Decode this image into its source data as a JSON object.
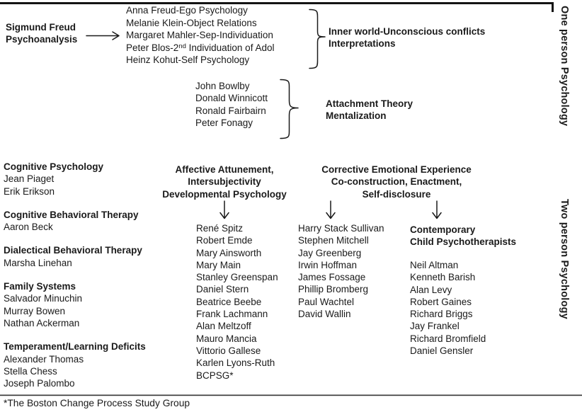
{
  "palette": {
    "ink": "#1a1a1a",
    "background": "#ffffff"
  },
  "side_labels": {
    "top": "One person Psychology",
    "bottom": "Two person Psychology"
  },
  "freud": {
    "source_line1": "Sigmund Freud",
    "source_line2": "Psychoanalysis",
    "followers": [
      "Anna Freud-Ego Psychology",
      "Melanie Klein-Object Relations",
      "Margaret Mahler-Sep-Individuation",
      {
        "pre": "Peter Blos-2",
        "sup": "nd",
        "post": " Individuation of Adol"
      },
      "Heinz Kohut-Self Psychology"
    ],
    "outcome_line1": "Inner world-Unconscious conflicts",
    "outcome_line2": "Interpretations"
  },
  "attachment": {
    "people": [
      "John Bowlby",
      "Donald Winnicott",
      "Ronald Fairbairn",
      "Peter Fonagy"
    ],
    "outcome_line1": "Attachment Theory",
    "outcome_line2": "Mentalization"
  },
  "left_column": {
    "groups": [
      {
        "title": "Cognitive Psychology",
        "people": [
          "Jean Piaget",
          "Erik Erikson"
        ]
      },
      {
        "title": "Cognitive Behavioral Therapy",
        "people": [
          "Aaron Beck"
        ]
      },
      {
        "title": "Dialectical Behavioral Therapy",
        "people": [
          "Marsha Linehan"
        ]
      },
      {
        "title": "Family Systems",
        "people": [
          "Salvador Minuchin",
          "Murray Bowen",
          "Nathan Ackerman"
        ]
      },
      {
        "title": "Temperament/Learning Deficits",
        "people": [
          "Alexander Thomas",
          "Stella Chess",
          "Joseph Palombo"
        ]
      }
    ]
  },
  "affective": {
    "title_lines": [
      "Affective Attunement,",
      "Intersubjectivity",
      "Developmental Psychology"
    ],
    "people": [
      "René Spitz",
      "Robert Emde",
      "Mary Ainsworth",
      "Mary Main",
      "Stanley Greenspan",
      "Daniel Stern",
      "Beatrice Beebe",
      "Frank Lachmann",
      "Alan Meltzoff",
      "Mauro Mancia",
      "Vittorio Gallese",
      "Karlen Lyons-Ruth",
      "BCPSG*"
    ]
  },
  "corrective": {
    "title_lines": [
      "Corrective Emotional Experience",
      "Co-construction, Enactment,",
      "Self-disclosure"
    ],
    "people": [
      "Harry Stack Sullivan",
      "Stephen Mitchell",
      "Jay Greenberg",
      "Irwin Hoffman",
      "James Fossage",
      "Phillip Bromberg",
      "Paul Wachtel",
      "David Wallin"
    ]
  },
  "contemporary": {
    "title_lines": [
      "Contemporary",
      "Child Psychotherapists"
    ],
    "people": [
      "Neil Altman",
      "Kenneth Barish",
      "Alan Levy",
      "Robert Gaines",
      "Richard Briggs",
      "Jay Frankel",
      "Richard Bromfield",
      "Daniel Gensler"
    ]
  },
  "footnote": "*The Boston Change Process Study Group"
}
